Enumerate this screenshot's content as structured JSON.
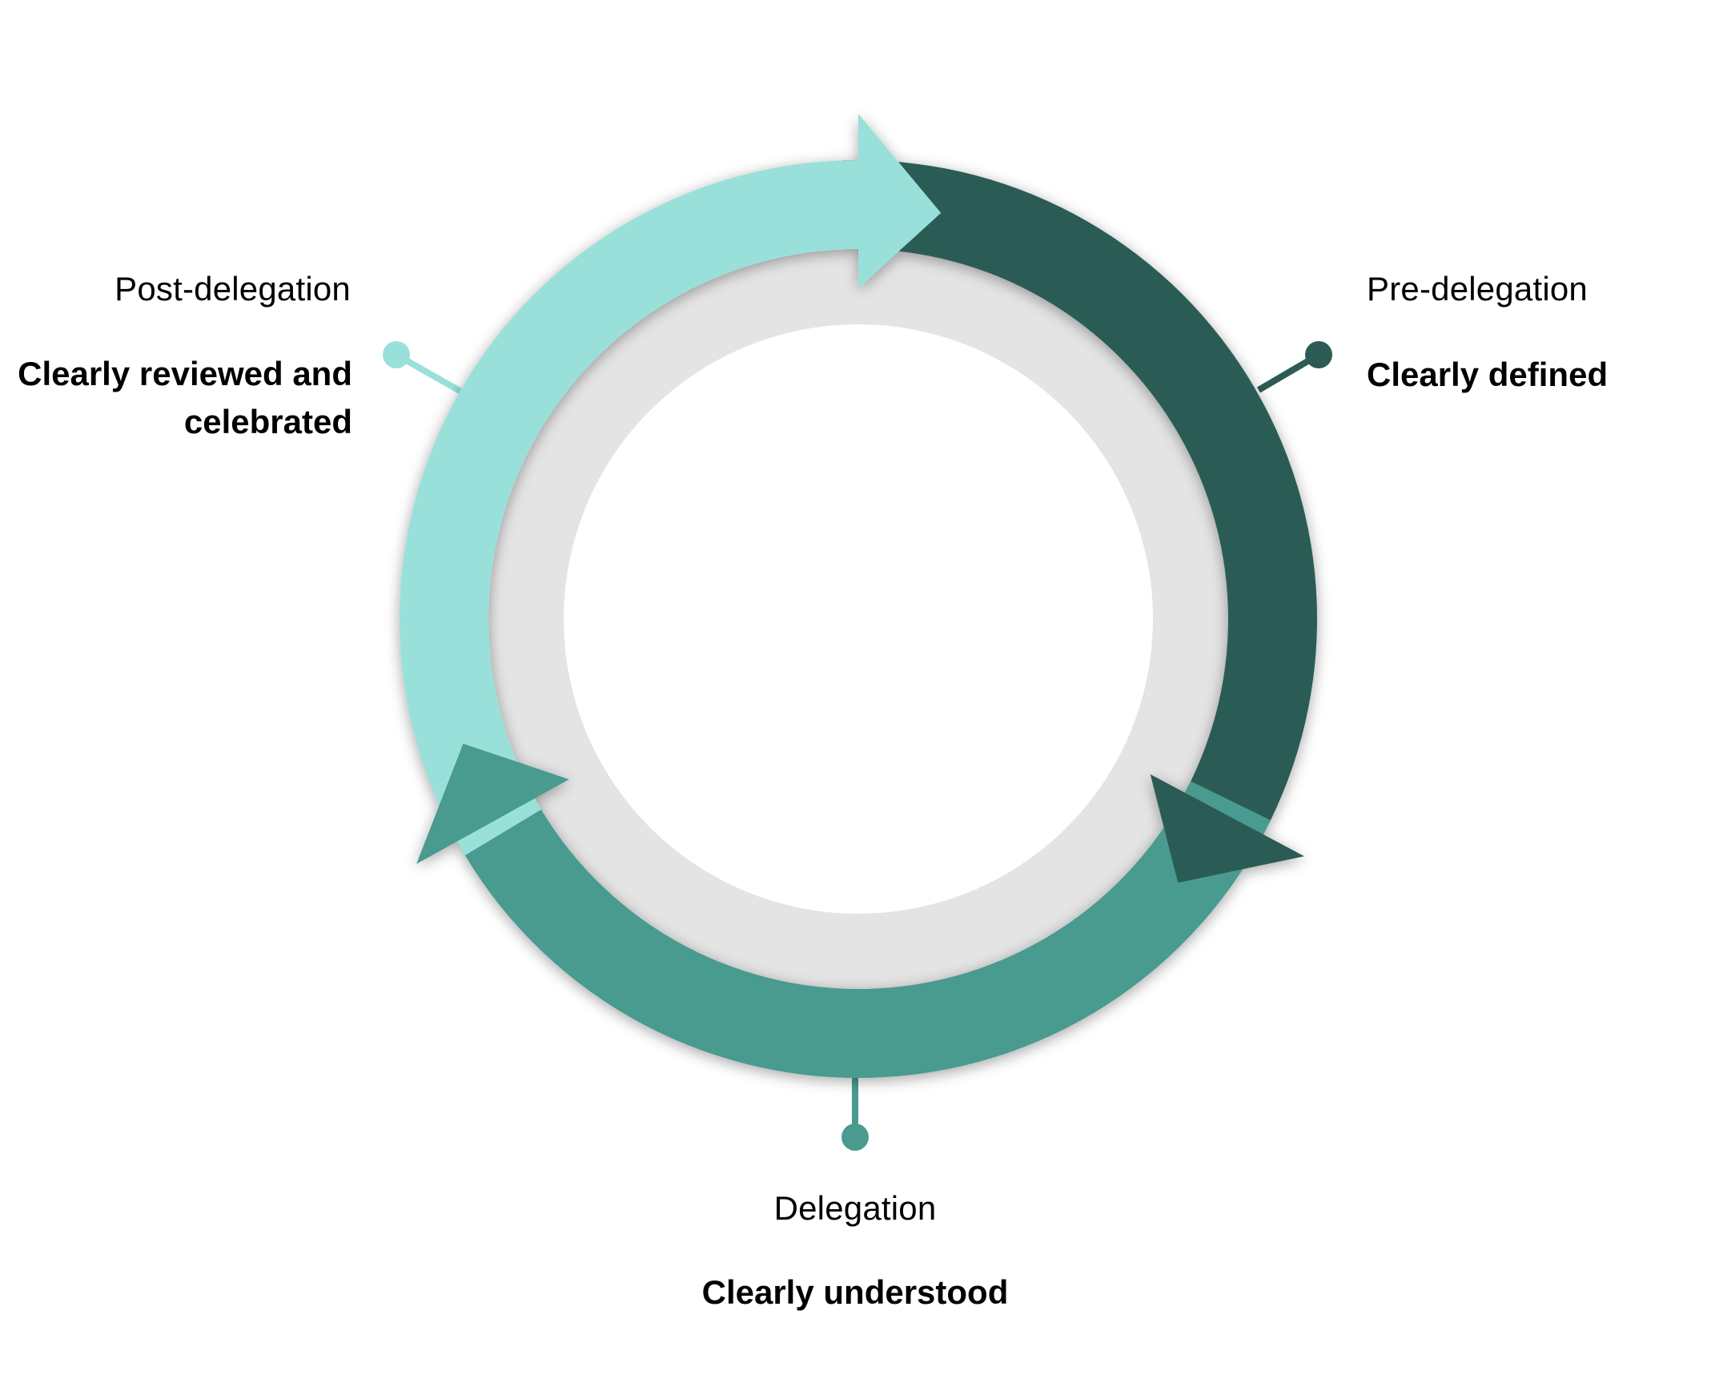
{
  "title": "Delegation cycle",
  "colors": {
    "pre_delegation": "#2c5b55",
    "delegation": "#4a9a8f",
    "post_delegation": "#9ae0da",
    "inner_ring": "#e4e4e4",
    "center": "#ffffff",
    "text": "#000000"
  },
  "stages": [
    {
      "id": "pre-delegation",
      "label": "Pre-delegation",
      "description": "Clearly defined",
      "color": "#2c5b55"
    },
    {
      "id": "delegation",
      "label": "Delegation",
      "description": "Clearly understood",
      "color": "#4a9a8f"
    },
    {
      "id": "post-delegation",
      "label": "Post-delegation",
      "description_lines": [
        "Clearly reviewed and",
        "celebrated"
      ],
      "color": "#9ae0da"
    }
  ],
  "flow": [
    "Pre-delegation",
    "Delegation",
    "Post-delegation",
    "Pre-delegation"
  ]
}
